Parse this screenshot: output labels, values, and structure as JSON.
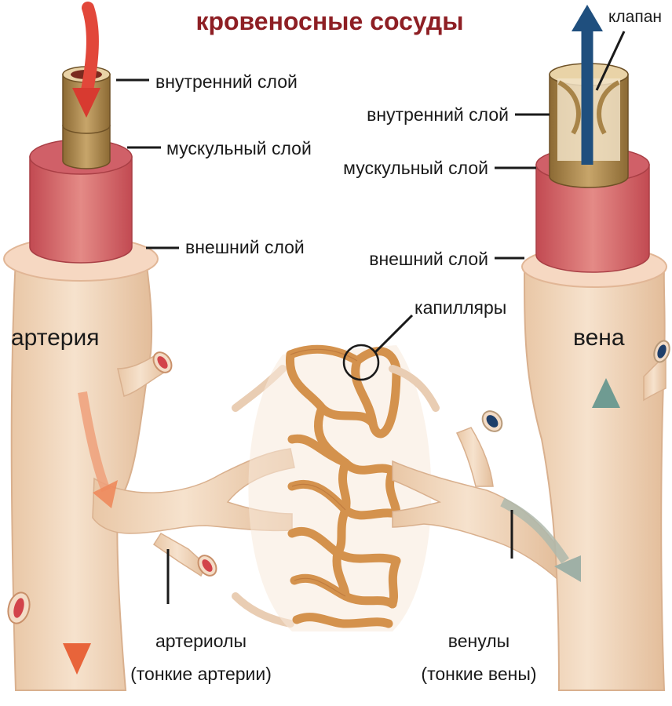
{
  "title": "кровеносные сосуды",
  "artery": {
    "name": "артерия",
    "inner_layer": "внутренний слой",
    "muscle_layer": "мускульный слой",
    "outer_layer": "внешний слой"
  },
  "vein": {
    "name": "вена",
    "valve": "клапан",
    "inner_layer": "внутренний слой",
    "muscle_layer": "мускульный слой",
    "outer_layer": "внешний слой"
  },
  "capillaries": "капилляры",
  "arterioles": {
    "line1": "артериолы",
    "line2": "(тонкие артерии)"
  },
  "venules": {
    "line1": "венулы",
    "line2": "(тонкие вены)"
  },
  "colors": {
    "title": "#8e1f24",
    "vessel": "#f1d6bd",
    "vessel_edge": "#d9b08e",
    "muscle": "#d5656a",
    "inner_tube": "#a88448",
    "capillary": "#d4924d",
    "arterial_arrow": "#e2473a",
    "venous_arrow": "#1f4f7e",
    "venous_flow": "#86a7a3"
  }
}
